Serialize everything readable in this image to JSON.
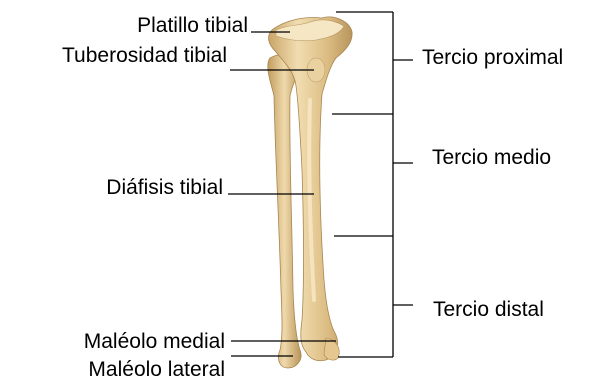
{
  "colors": {
    "background": "#ffffff",
    "bone_main": "#e2c690",
    "bone_light": "#f4e3bc",
    "bone_shadow": "#b5935a",
    "leader_line": "#000000",
    "label_text": "#000000"
  },
  "left_labels": [
    {
      "key": "platillo",
      "text": "Platillo tibial"
    },
    {
      "key": "tuberosidad",
      "text": "Tuberosidad tibial"
    },
    {
      "key": "diafisis",
      "text": "Diáfisis tibial"
    },
    {
      "key": "maleolo_medial",
      "text": "Maléolo medial"
    },
    {
      "key": "maleolo_lateral",
      "text": "Maléolo lateral"
    }
  ],
  "right_labels": [
    {
      "key": "proximal",
      "text": "Tercio proximal"
    },
    {
      "key": "medio",
      "text": "Tercio medio"
    },
    {
      "key": "distal",
      "text": "Tercio distal"
    }
  ],
  "bone_icon": "tibia-fibula-illustration"
}
